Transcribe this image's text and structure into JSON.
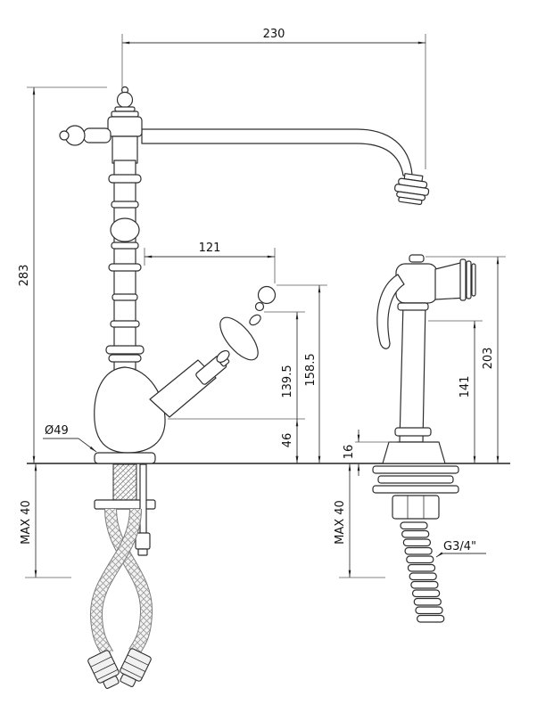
{
  "dims": {
    "spout_reach": "230",
    "total_height": "283",
    "lever_offset": "121",
    "lever_grip_height": "139.5",
    "lever_top_height": "158.5",
    "body_height": "46",
    "spray_holder_height": "16",
    "spray_body_height": "141",
    "spray_total_height": "203",
    "max_counter_left": "MAX 40",
    "max_counter_right": "MAX 40",
    "base_diameter": "Ø49",
    "hose_thread": "G3/4\""
  },
  "colors": {
    "object_line": "#2e2e2e",
    "dimension_line": "#3a3a3a",
    "text": "#111111",
    "background": "#ffffff"
  }
}
